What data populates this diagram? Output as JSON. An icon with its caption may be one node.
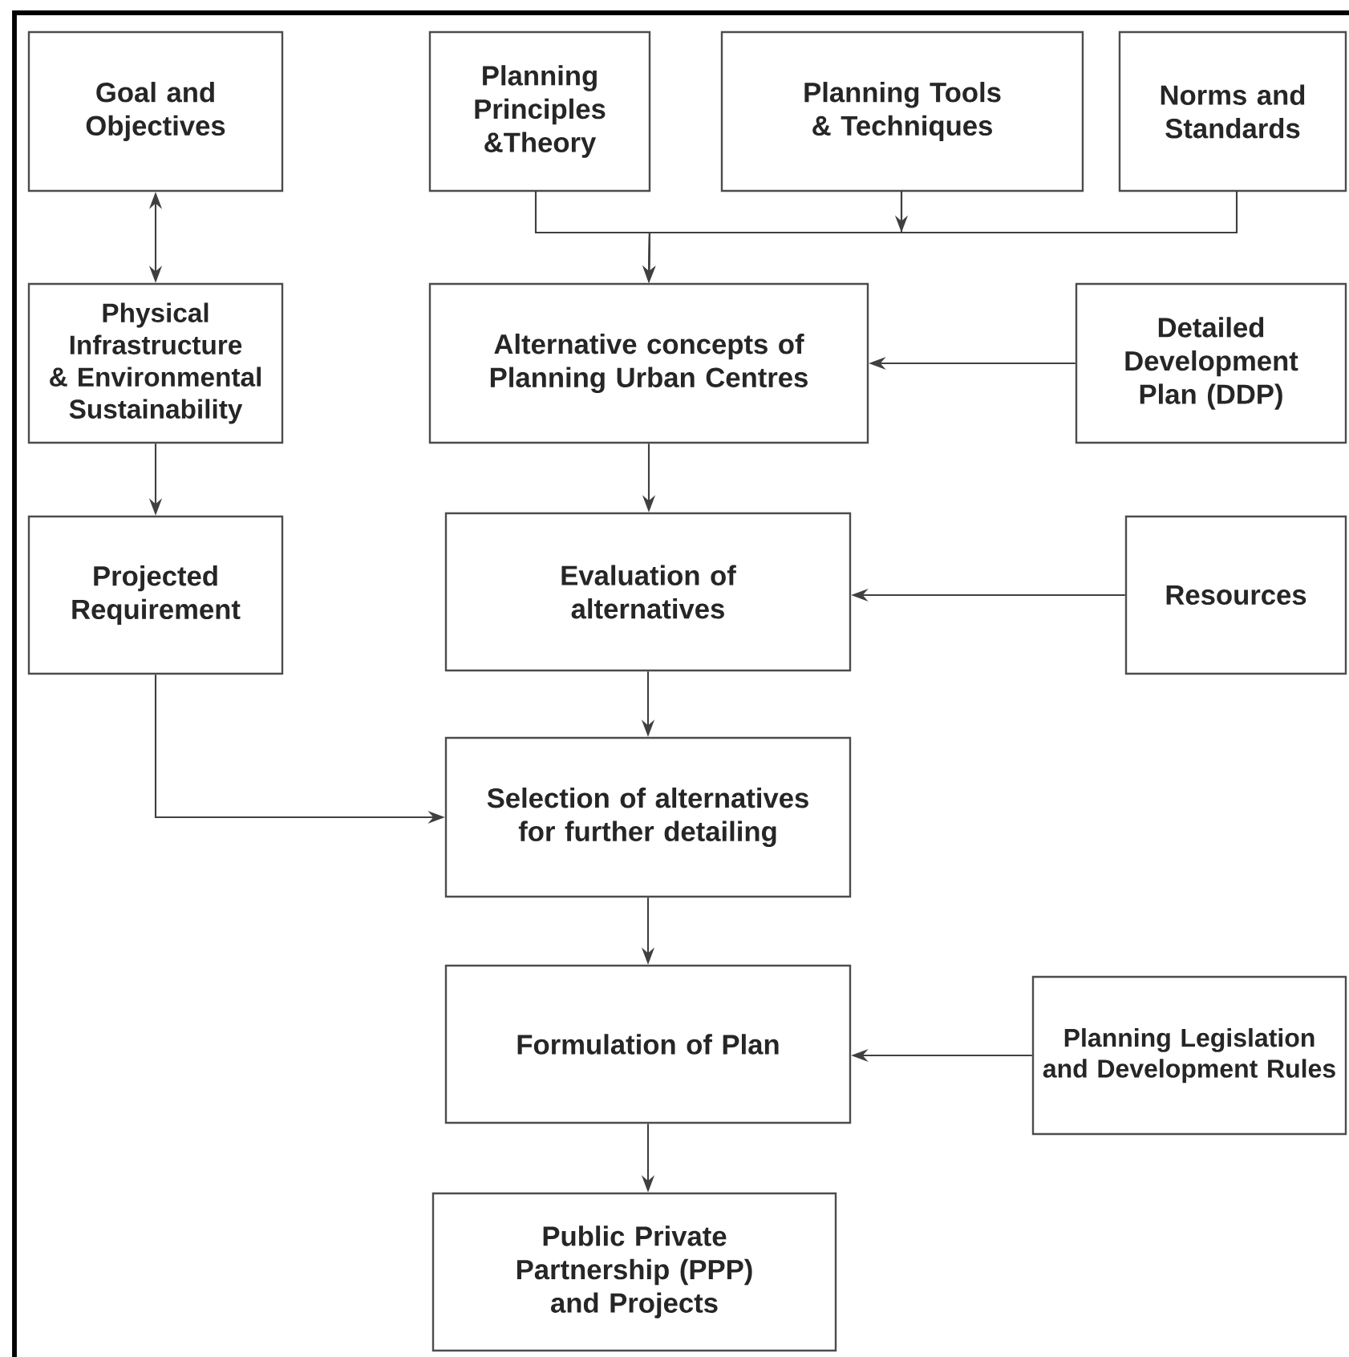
{
  "diagram": {
    "nodes": [
      {
        "text": [
          "Goal and Objectives"
        ]
      },
      {
        "text": [
          "Planning Principles &Theory"
        ]
      },
      {
        "text": [
          "Planning Tools & Techniques"
        ]
      },
      {
        "text": [
          "Norms and Standards"
        ]
      },
      {
        "text": [
          "Physical Infrastructure & Environmental Sustainability"
        ]
      },
      {
        "text": [
          "Alternative concepts of Planning Urban Centres"
        ]
      },
      {
        "text": [
          "Detailed Development Plan (DDP)"
        ]
      },
      {
        "text": [
          "Projected Requirement"
        ]
      },
      {
        "text": [
          "Evaluation of alternatives"
        ]
      },
      {
        "text": [
          "Resources"
        ]
      },
      {
        "text": [
          "Selection of alternatives for further detailing"
        ]
      },
      {
        "text": [
          "Formulation of Plan"
        ]
      },
      {
        "text": [
          "Planning Legislation and Development Rules"
        ]
      },
      {
        "text": [
          "Public Private Partnership (PPP) and Projects"
        ]
      }
    ],
    "edges": [
      {
        "from": 0,
        "to": 4,
        "arrow": "both"
      },
      {
        "from": 1,
        "to": 5,
        "arrow": "to"
      },
      {
        "from": 2,
        "to": 5,
        "arrow": "to"
      },
      {
        "from": 3,
        "to": 5,
        "arrow": "to"
      },
      {
        "from": 6,
        "to": 5,
        "arrow": "to"
      },
      {
        "from": 4,
        "to": 7,
        "arrow": "to"
      },
      {
        "from": 5,
        "to": 8,
        "arrow": "to"
      },
      {
        "from": 9,
        "to": 8,
        "arrow": "to"
      },
      {
        "from": 7,
        "to": 10,
        "arrow": "to"
      },
      {
        "from": 8,
        "to": 10,
        "arrow": "to"
      },
      {
        "from": 10,
        "to": 11,
        "arrow": "to"
      },
      {
        "from": 12,
        "to": 11,
        "arrow": "to"
      },
      {
        "from": 11,
        "to": 13,
        "arrow": "to"
      }
    ]
  }
}
